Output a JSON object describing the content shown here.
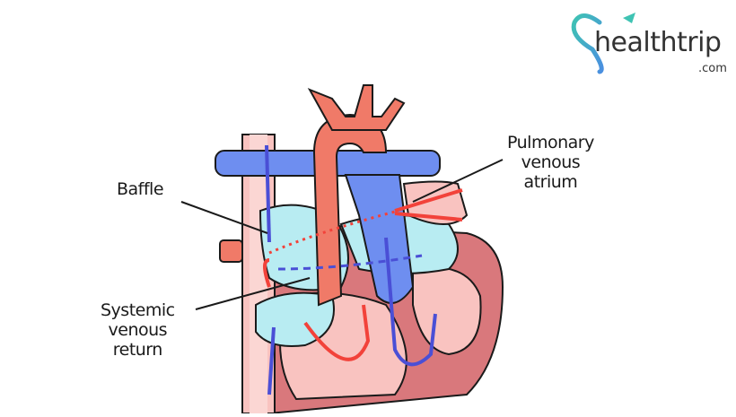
{
  "logo": {
    "brand": "healthtrip",
    "domain": ".com",
    "colors": {
      "heart_start": "#3fc3b3",
      "heart_end": "#4a8fe0",
      "text": "#333333"
    }
  },
  "diagram": {
    "labels": {
      "baffle": "Baffle",
      "systemic_line1": "Systemic",
      "systemic_line2": "venous",
      "systemic_line3": "return",
      "pulmonary_line1": "Pulmonary",
      "pulmonary_line2": "venous",
      "pulmonary_line3": "atrium"
    },
    "colors": {
      "aorta": "#f07a68",
      "vein_blue": "#6e8ef0",
      "baffle_fill": "#b8ecf2",
      "chamber_pink": "#f9c3c0",
      "wall_dark": "#d9787c",
      "arrow_red": "#f2423a",
      "arrow_blue": "#4a4fd6",
      "outline": "#1a1a1a"
    }
  }
}
